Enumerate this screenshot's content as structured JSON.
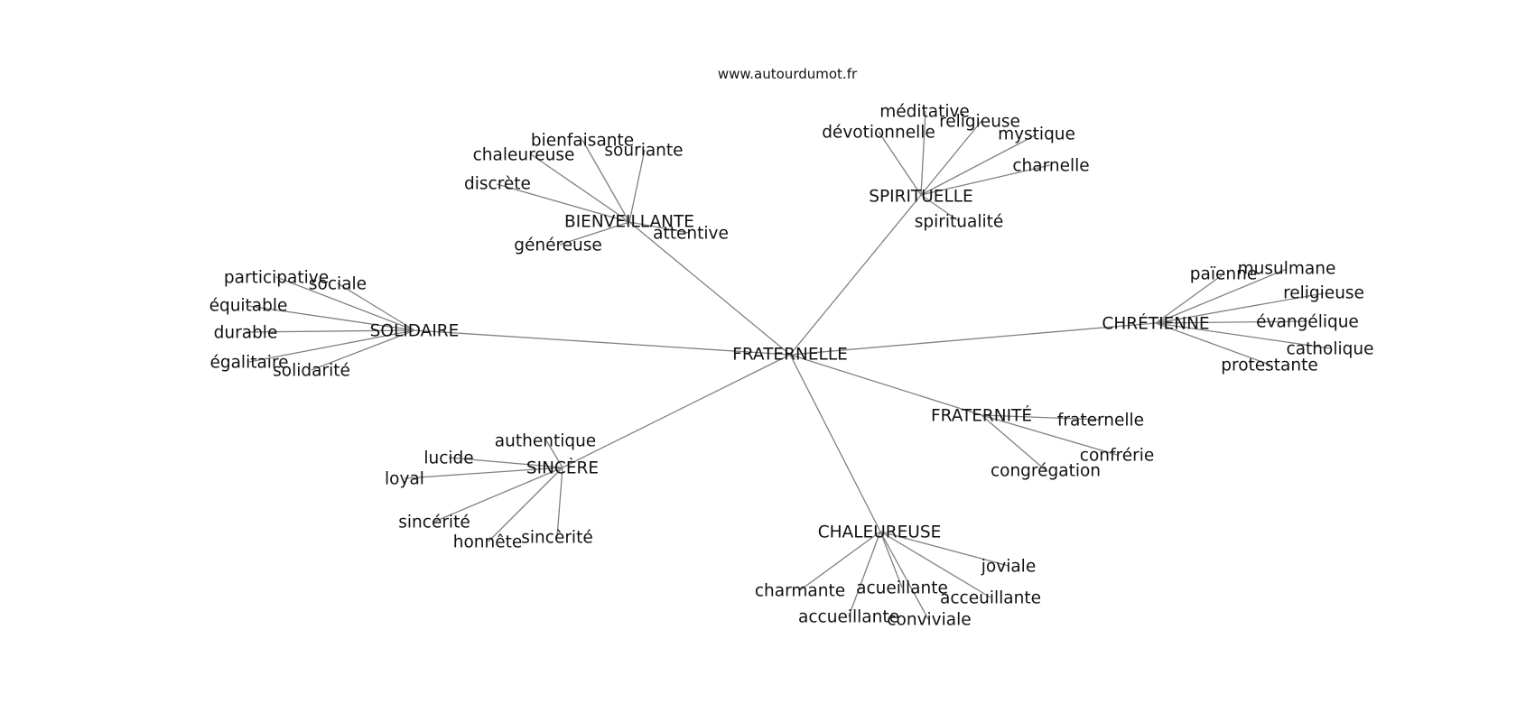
{
  "site": "www.autourdumot.fr",
  "graph": {
    "root": "FRATERNELLE",
    "clusters": [
      {
        "label": "BIENVEILLANTE",
        "words": [
          "bienfaisante",
          "souriante",
          "chaleureuse",
          "discrète",
          "attentive",
          "généreuse"
        ]
      },
      {
        "label": "SPIRITUELLE",
        "words": [
          "méditative",
          "religieuse",
          "dévotionnelle",
          "mystique",
          "charnelle",
          "spiritualité"
        ]
      },
      {
        "label": "SOLIDAIRE",
        "words": [
          "participative",
          "sociale",
          "équitable",
          "durable",
          "égalitaire",
          "solidarité"
        ]
      },
      {
        "label": "CHRÉTIENNE",
        "words": [
          "païenne",
          "musulmane",
          "religieuse",
          "évangélique",
          "catholique",
          "protestante"
        ]
      },
      {
        "label": "FRATERNITÉ",
        "words": [
          "fraternelle",
          "confrérie",
          "congrégation"
        ]
      },
      {
        "label": "SINCÈRE",
        "words": [
          "authentique",
          "lucide",
          "loyal",
          "sincérité",
          "honnête",
          "sincèrité"
        ]
      },
      {
        "label": "CHALEUREUSE",
        "words": [
          "joviale",
          "charmante",
          "acueillante",
          "acceuillante",
          "accueillante",
          "conviviale"
        ]
      }
    ]
  }
}
